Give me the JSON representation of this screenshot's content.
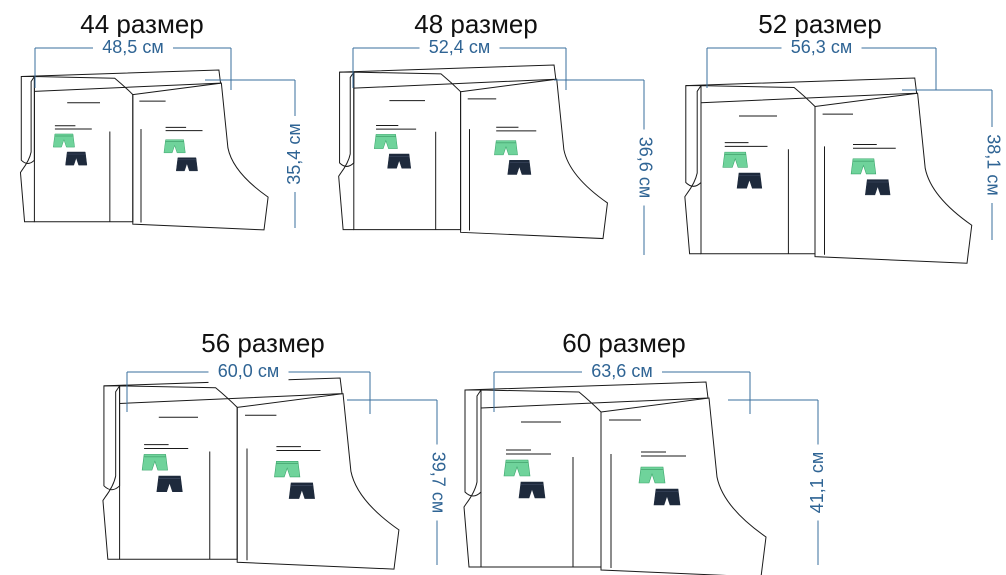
{
  "colors": {
    "outline": "#1a1a1a",
    "dimension": "#3a6f9e",
    "dimension_text": "#2f6494",
    "light_shorts": "#6fd39b",
    "light_shorts_stroke": "#3aa56b",
    "dark_shorts": "#1e2a3c"
  },
  "icons": [
    "light-shorts-icon",
    "dark-shorts-icon"
  ],
  "sizes": [
    {
      "title": "44 размер",
      "width": "48,5 см",
      "height": "35,4 см"
    },
    {
      "title": "48 размер",
      "width": "52,4 см",
      "height": "36,6 см"
    },
    {
      "title": "52 размер",
      "width": "56,3 см",
      "height": "38,1 см"
    },
    {
      "title": "56 размер",
      "width": "60,0 см",
      "height": "39,7 см"
    },
    {
      "title": "60 размер",
      "width": "63,6 см",
      "height": "41,1 см"
    }
  ]
}
